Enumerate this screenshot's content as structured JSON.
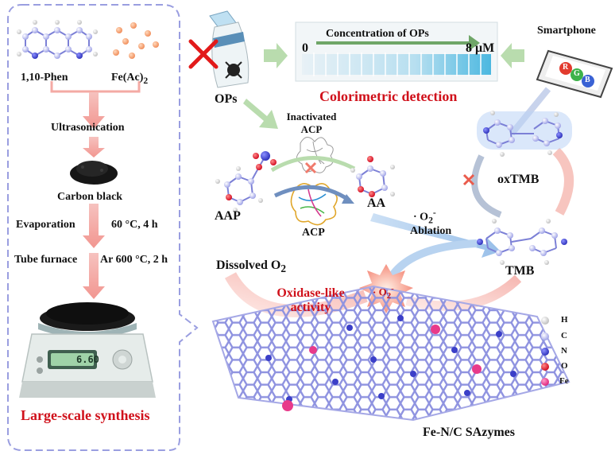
{
  "synthesis": {
    "precursor_ligand": "1,10-Phen",
    "precursor_metal": "Fe(Ac)",
    "precursor_metal_sub": "2",
    "step1": "Ultrasonication",
    "intermediate": "Carbon black",
    "step2_name": "Evaporation",
    "step2_condition": "60 °C, 4 h",
    "step3_name": "Tube furnace",
    "step3_condition": "Ar 600 °C, 2 h",
    "balance_display": "6.60",
    "title": "Large-scale synthesis"
  },
  "detection": {
    "analyte": "OPs",
    "scale_label": "Concentration of OPs",
    "scale_min": "0",
    "scale_max": "8 μM",
    "title": "Colorimetric detection",
    "device": "Smartphone",
    "rgb": [
      "R",
      "G",
      "B"
    ]
  },
  "mechanism": {
    "inactivated_line1": "Inactivated",
    "inactivated_line2": "ACP",
    "enzyme": "ACP",
    "substrate": "AAP",
    "product": "AA",
    "radical_prefix": "· O",
    "radical_sub": "2",
    "radical_sup": "-",
    "ablation": "Ablation",
    "oxygen_prefix": "Dissolved O",
    "oxygen_sub": "2",
    "activity_line1": "Oxidase-like",
    "activity_line2": "activity",
    "oxidized": "oxTMB",
    "reduced": "TMB",
    "catalyst": "Fe-N/C SAzymes"
  },
  "legend": [
    {
      "symbol": "H",
      "color": "#dcdcdc"
    },
    {
      "symbol": "C",
      "color": "#b6b8ee"
    },
    {
      "symbol": "N",
      "color": "#3b3fc8"
    },
    {
      "symbol": "O",
      "color": "#e0102a"
    },
    {
      "symbol": "Fe",
      "color": "#e83a8a"
    }
  ]
}
